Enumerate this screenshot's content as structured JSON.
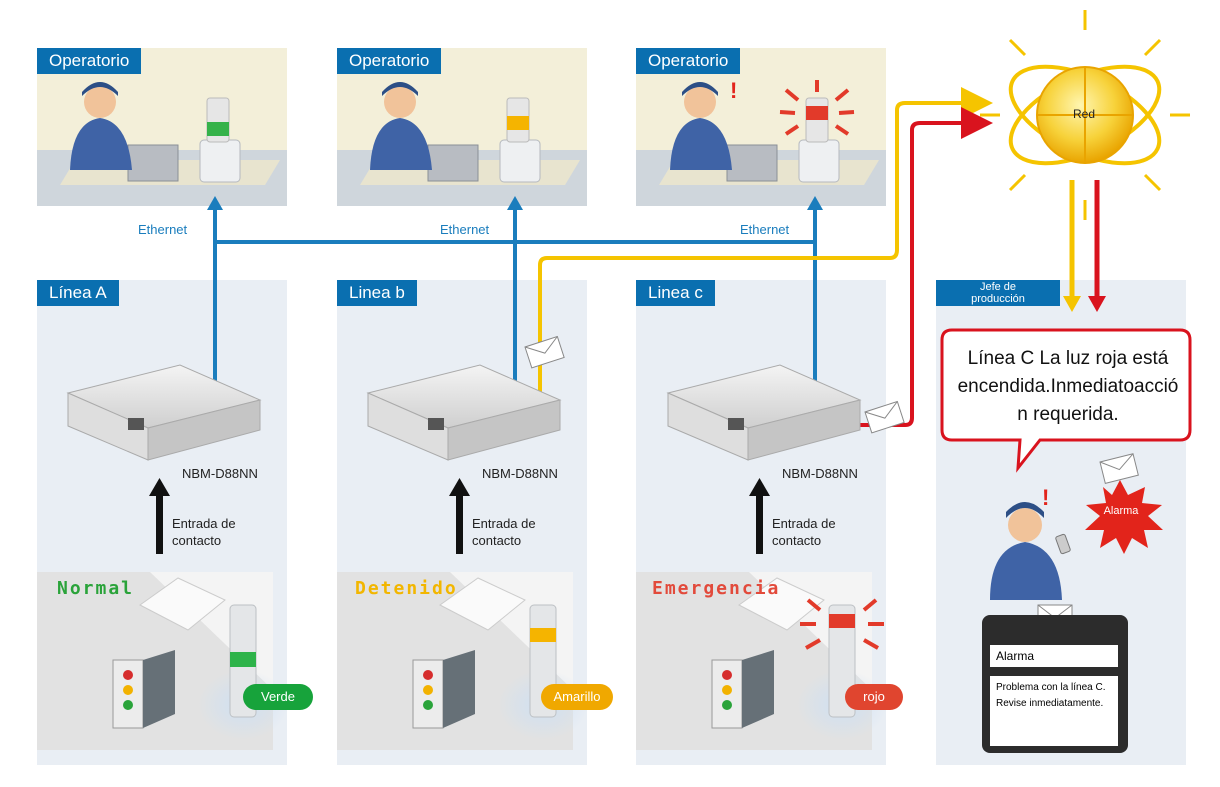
{
  "operator_panels": [
    {
      "label": "Operatorio",
      "light": "green"
    },
    {
      "label": "Operatorio",
      "light": "yellow"
    },
    {
      "label": "Operatorio",
      "light": "red"
    }
  ],
  "network": {
    "ethernet_labels": [
      "Ethernet",
      "Ethernet",
      "Ethernet"
    ],
    "cloud_label": "Red"
  },
  "lines": [
    {
      "title": "Línea A",
      "model": "NBM-D88NN",
      "contact": [
        "Entrada de",
        "contacto"
      ],
      "status": "Normal",
      "status_color": "#2aa33a",
      "light_label": "Verde",
      "light_color": "#17a33b"
    },
    {
      "title": "Linea b",
      "model": "NBM-D88NN",
      "contact": [
        "Entrada de",
        "contacto"
      ],
      "status": "Detenido",
      "status_color": "#f2b600",
      "light_label": "Amarillo",
      "light_color": "#f0a800"
    },
    {
      "title": "Linea c",
      "model": "NBM-D88NN",
      "contact": [
        "Entrada de",
        "contacto"
      ],
      "status": "Emergencia",
      "status_color": "#e24a3b",
      "light_label": "rojo",
      "light_color": "#e0452f"
    }
  ],
  "manager": {
    "title_line1": "Jefe de",
    "title_line2": "producción",
    "bubble_lines": [
      "Línea C La luz roja está",
      "encendida.Inmediatoacció",
      "n requerida."
    ],
    "alarm_burst": "Alarma",
    "phone_title": "Alarma",
    "phone_message": "Problema con la línea C. Revise inmediatamente."
  },
  "colors": {
    "panel_blue": "#0a6fb0",
    "ethernet_blue": "#1a7dbd",
    "mail_yellow": "#f5c400",
    "mail_red": "#d9131e"
  }
}
